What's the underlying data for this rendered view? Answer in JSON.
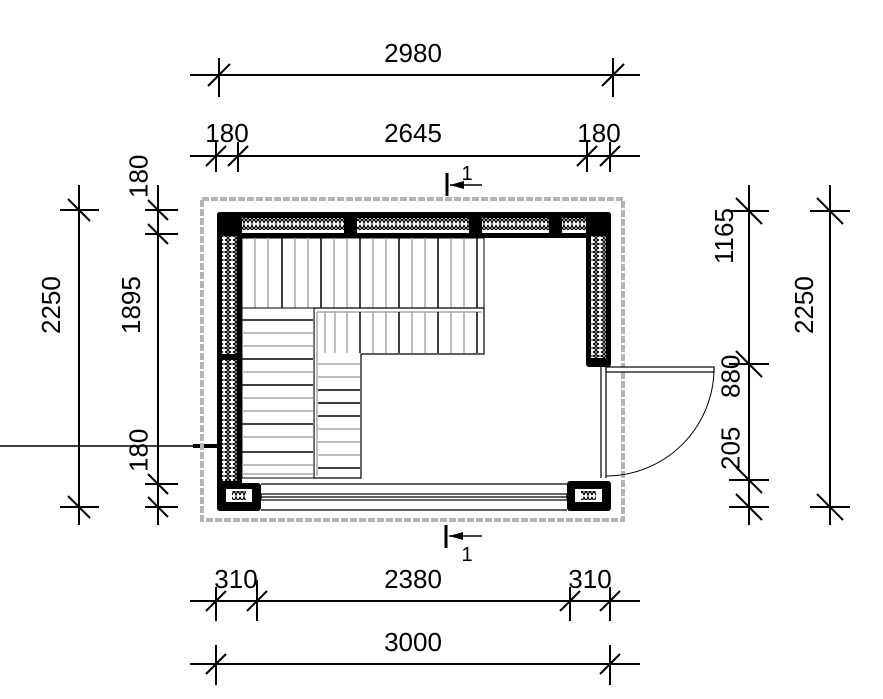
{
  "drawing": {
    "type": "floor-plan",
    "subject": "sauna cabin plan",
    "colors": {
      "line": "#000000",
      "wall_fill": "#000000",
      "outline_dashed": "#b4b4b4",
      "bench_slat_gray": "#a8a8a8",
      "background": "#ffffff"
    }
  },
  "dimensions": {
    "top": {
      "overall": "2980",
      "left_wall": "180",
      "interior": "2645",
      "right_wall": "180"
    },
    "bottom": {
      "left_post": "310",
      "window": "2380",
      "right_post": "310",
      "overall": "3000"
    },
    "left": {
      "overall": "2250",
      "top_wall": "180",
      "interior": "1895",
      "bottom_wall": "180"
    },
    "right": {
      "upper_wall": "1165",
      "door": "880",
      "lower_post": "205",
      "overall": "2250"
    }
  },
  "section_markers": {
    "top": {
      "label": "1",
      "direction": "left"
    },
    "bottom": {
      "label": "1",
      "direction": "left"
    }
  },
  "elements": {
    "walls": "insulated timber walls (hatched insulation)",
    "benches": "L-shaped slatted benches, upper and lower tiers",
    "door": "single swing door, right wall",
    "window": "full-width glazing, bottom wall"
  }
}
